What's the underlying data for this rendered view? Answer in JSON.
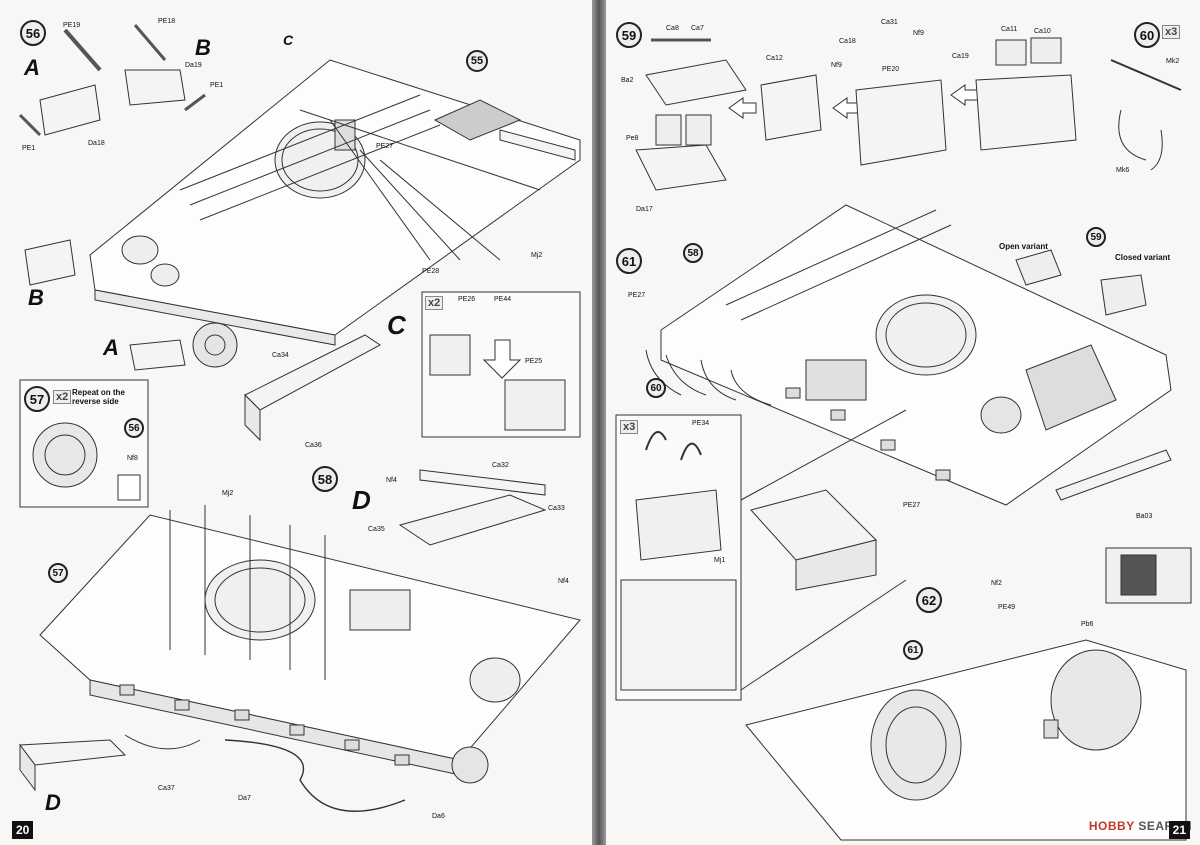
{
  "pages": {
    "left_number": "20",
    "right_number": "21"
  },
  "steps": {
    "s56": "56",
    "s57": "57",
    "s58": "58",
    "s59": "59",
    "s60": "60",
    "s61": "61",
    "s62": "62"
  },
  "multipliers": {
    "m57": "x2",
    "mC": "x2",
    "m60": "x3",
    "m61": "x3"
  },
  "letters": {
    "A1": "A",
    "B1": "B",
    "C1": "C",
    "B2": "B",
    "A2": "A",
    "C2": "C",
    "D1": "D",
    "D2": "D"
  },
  "notes": {
    "repeat": "Repeat on the reverse side",
    "open": "Open variant",
    "closed": "Closed variant"
  },
  "labels": {
    "PE19": "PE19",
    "PE18": "PE18",
    "Da19": "Da19",
    "PE1a": "PE1",
    "PE1b": "PE1",
    "Da18": "Da18",
    "PE27": "PE27",
    "PE28": "PE28",
    "Mj2": "Mj2",
    "Ca34": "Ca34",
    "Ca36": "Ca36",
    "PE26": "PE26",
    "PE44": "PE44",
    "PE25": "PE25",
    "Nf8": "Nf8",
    "Mj2b": "Mj2",
    "Nf4a": "Nf4",
    "Ca32": "Ca32",
    "Ca35": "Ca35",
    "Ca33": "Ca33",
    "Nf4b": "Nf4",
    "Ca37": "Ca37",
    "Da7": "Da7",
    "Da6": "Da6",
    "Ca8": "Ca8",
    "Ca7": "Ca7",
    "Ba2": "Ba2",
    "Ca12": "Ca12",
    "Pe8": "Pe8",
    "Da17": "Da17",
    "Ca31": "Ca31",
    "Ca18": "Ca18",
    "Nf9a": "Nf9",
    "Nf9b": "Nf9",
    "PE20": "PE20",
    "Ca19": "Ca19",
    "Ca11": "Ca11",
    "Ca10": "Ca10",
    "Mk2": "Mk2",
    "Mk6": "Mk6",
    "PE27b": "PE27",
    "PE34": "PE34",
    "Mj1": "Mj1",
    "PE27c": "PE27",
    "Ba03": "Ba03",
    "Nf2": "Nf2",
    "PE49": "PE49",
    "Pb6": "Pb6",
    "s55": "55",
    "s56b": "56",
    "s57b": "57",
    "s58b": "58",
    "s59b": "59",
    "s60b": "60",
    "s61b": "61"
  },
  "watermark": {
    "brand": "HOBBY",
    "rest": " SEARCH"
  }
}
